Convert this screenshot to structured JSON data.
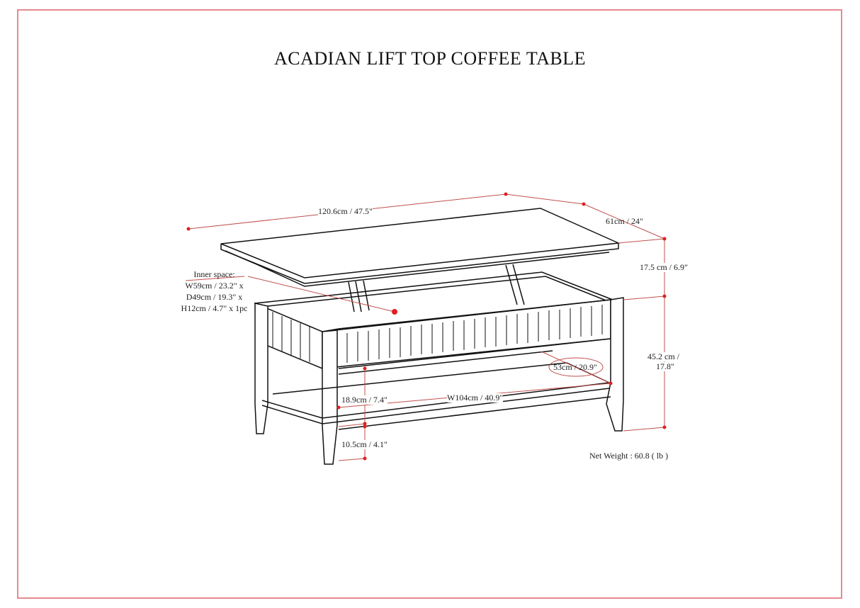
{
  "title": "ACADIAN LIFT TOP COFFEE TABLE",
  "colors": {
    "frame_border": "#e88a91",
    "dimension_line": "#c0504d",
    "dimension_dot": "#e02020",
    "drawing_line": "#111111"
  },
  "dimensions": {
    "overall_width": "120.6cm / 47.5\"",
    "overall_depth": "61cm / 24\"",
    "lift_height": "17.5 cm / 6.9\"",
    "table_height_line1": "45.2 cm /",
    "table_height_line2": "17.8\"",
    "shelf_depth": "53cm / 20.9\"",
    "shelf_width": "W104cm / 40.9\"",
    "shelf_gap": "18.9cm / 7.4\"",
    "shelf_clearance": "10.5cm / 4.1\""
  },
  "inner_space": {
    "heading": "Inner space:",
    "width": "W59cm / 23.2\" x",
    "depth": "D49cm / 19.3\" x",
    "height": "H12cm / 4.7\" x 1pc"
  },
  "net_weight": "Net Weight : 60.8 ( lb )"
}
